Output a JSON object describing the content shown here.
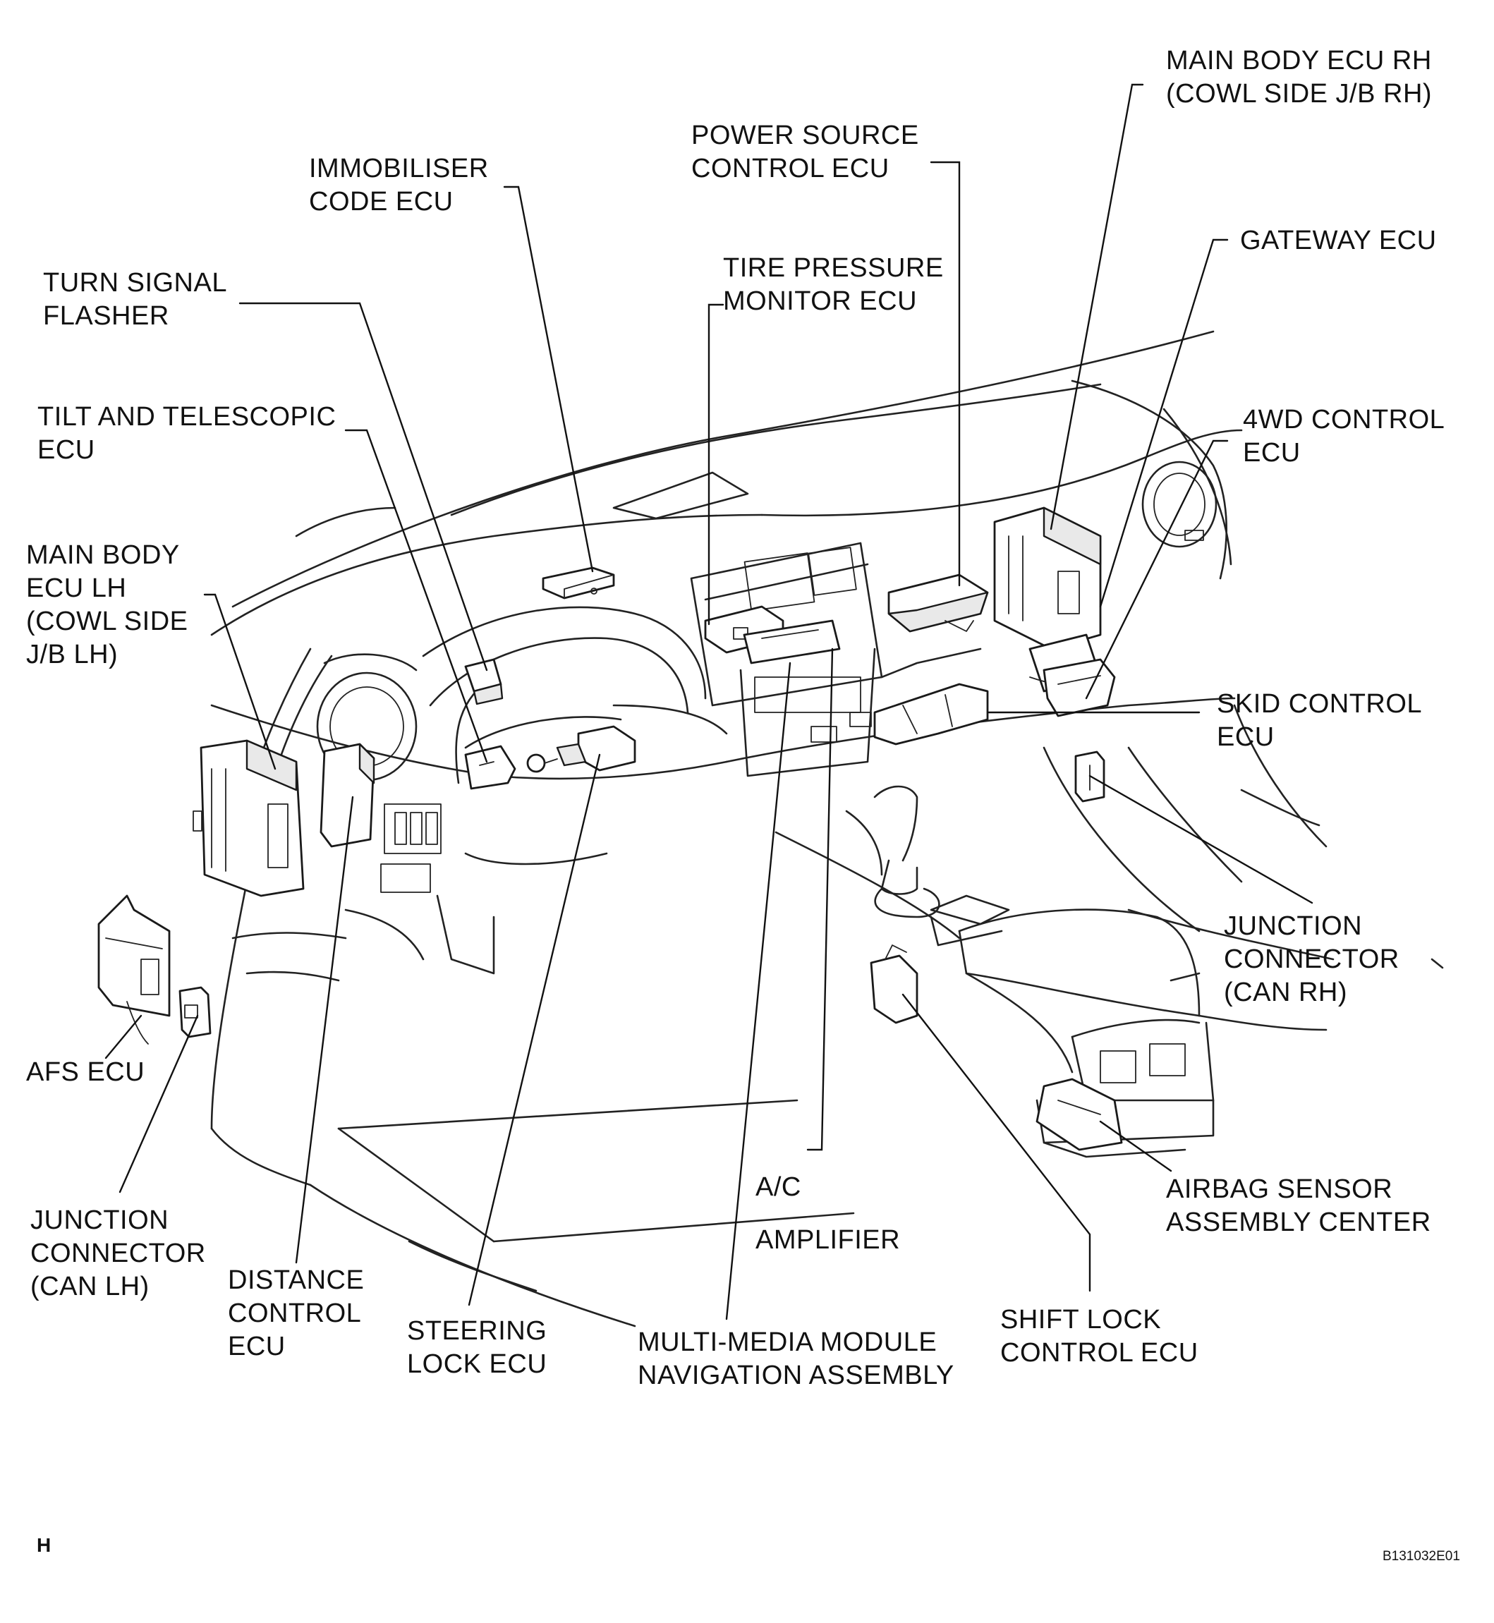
{
  "labels": {
    "main_body_ecu_rh": [
      "MAIN BODY ECU RH",
      "(COWL SIDE J/B RH)"
    ],
    "power_source_control_ecu": [
      "POWER SOURCE",
      "CONTROL ECU"
    ],
    "immobiliser_code_ecu": [
      "IMMOBILISER",
      "CODE ECU"
    ],
    "gateway_ecu": [
      "GATEWAY ECU"
    ],
    "tire_pressure_monitor_ecu": [
      "TIRE PRESSURE",
      "MONITOR ECU"
    ],
    "turn_signal_flasher": [
      "TURN SIGNAL",
      "FLASHER"
    ],
    "tilt_and_telescopic_ecu": [
      "TILT AND TELESCOPIC",
      "ECU"
    ],
    "fourwd_control_ecu": [
      "4WD CONTROL",
      "ECU"
    ],
    "main_body_ecu_lh": [
      "MAIN BODY",
      "ECU LH",
      "(COWL SIDE",
      "J/B LH)"
    ],
    "skid_control_ecu": [
      "SKID CONTROL",
      "ECU"
    ],
    "junction_connector_can_rh": [
      "JUNCTION",
      "CONNECTOR",
      "(CAN RH)"
    ],
    "afs_ecu": [
      "AFS ECU"
    ],
    "ac": [
      "A/C"
    ],
    "amplifier": [
      "AMPLIFIER"
    ],
    "airbag_sensor_assembly_center": [
      "AIRBAG SENSOR",
      "ASSEMBLY CENTER"
    ],
    "junction_connector_can_lh": [
      "JUNCTION",
      "CONNECTOR",
      "(CAN LH)"
    ],
    "distance_control_ecu": [
      "DISTANCE",
      "CONTROL",
      "ECU"
    ],
    "steering_lock_ecu": [
      "STEERING",
      "LOCK ECU"
    ],
    "multi_media_module": [
      "MULTI-MEDIA MODULE",
      "NAVIGATION ASSEMBLY"
    ],
    "shift_lock_control_ecu": [
      "SHIFT LOCK",
      "CONTROL ECU"
    ]
  },
  "corner_mark": "H",
  "figure_code": "B131032E01"
}
